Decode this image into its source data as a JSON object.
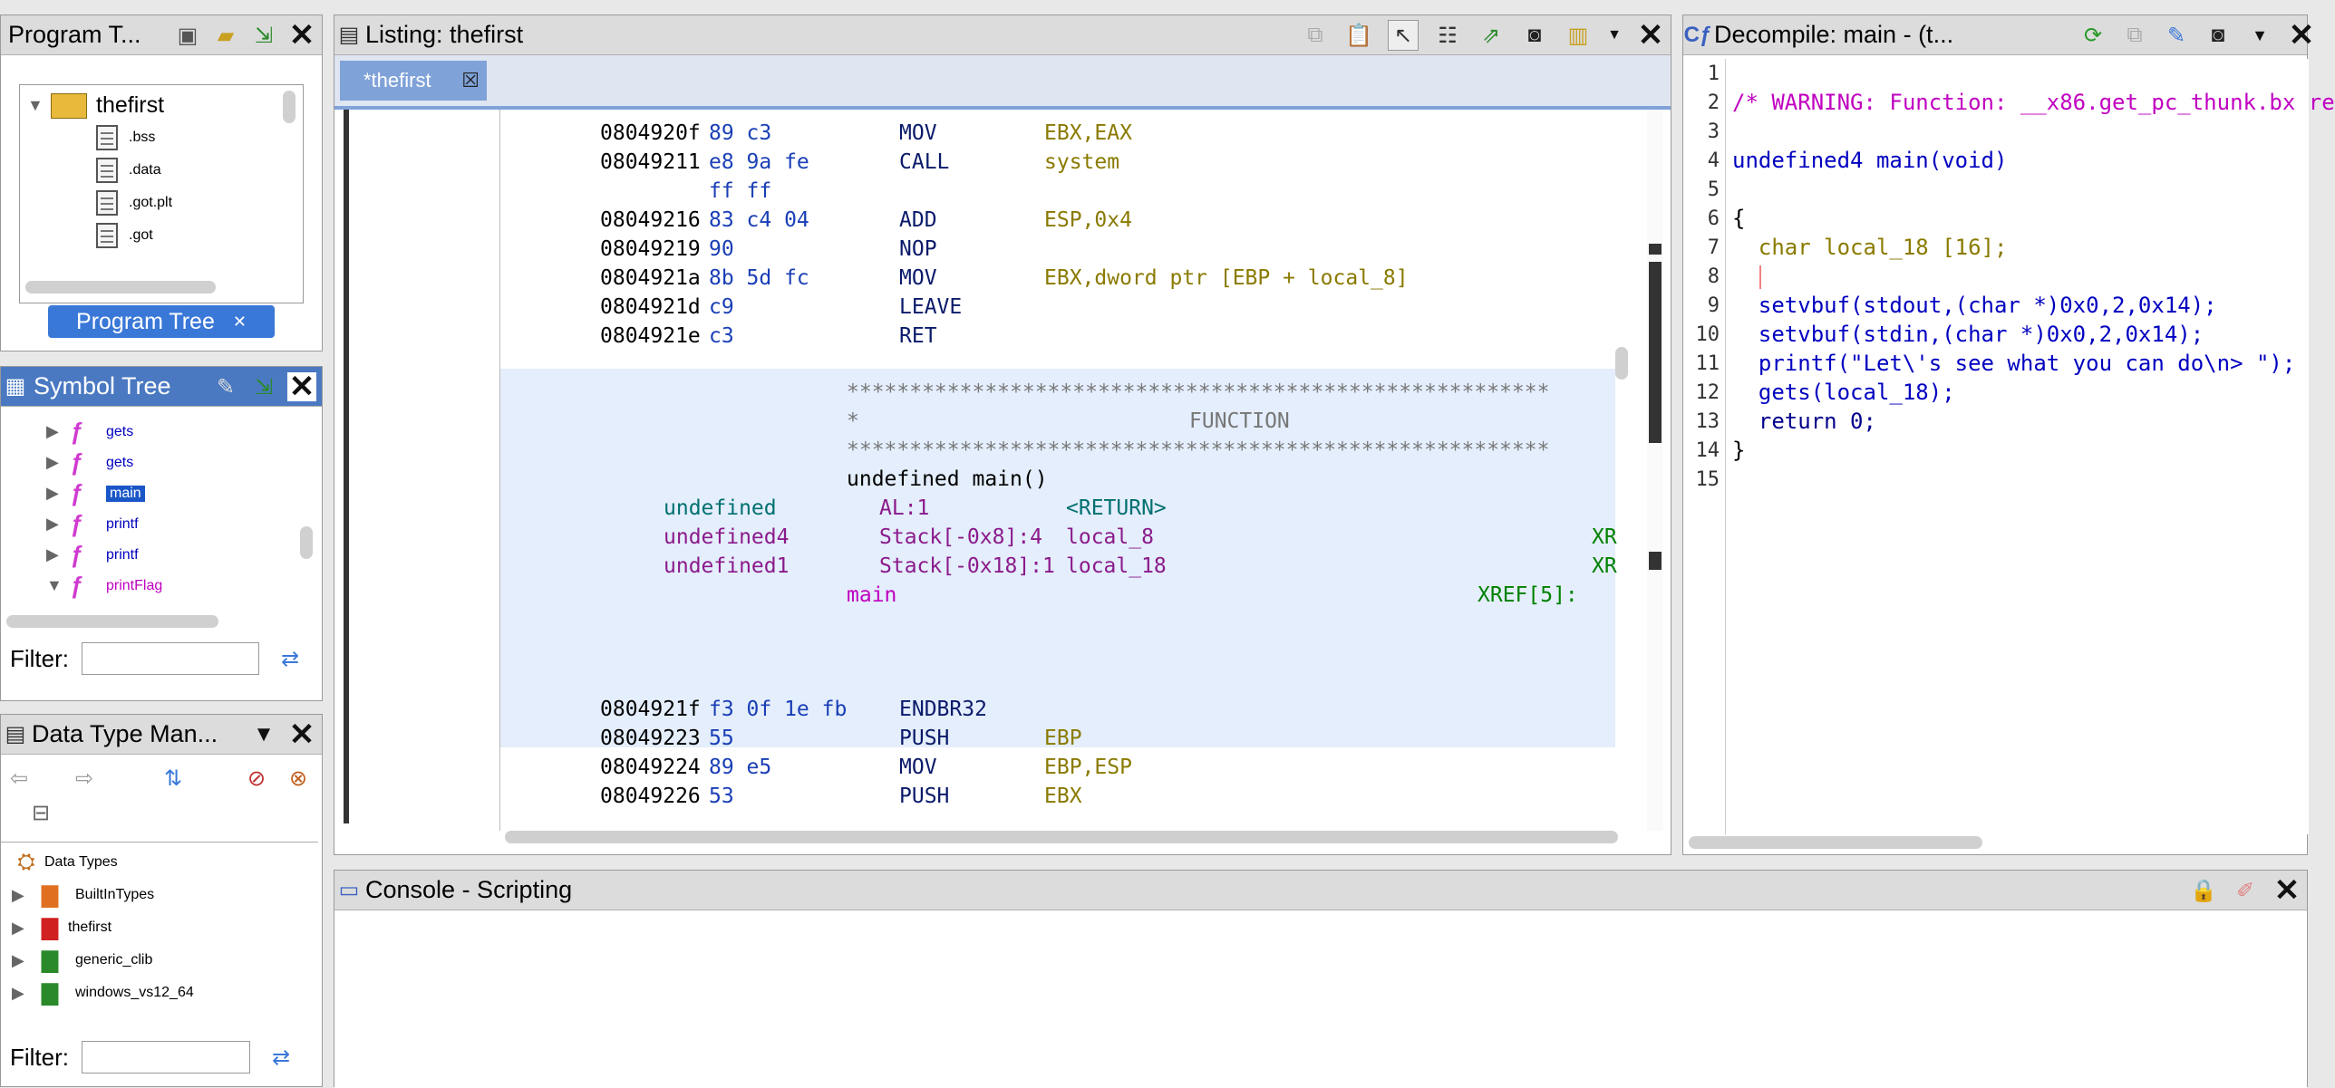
{
  "program_tree": {
    "title": "Program T...",
    "root": "thefirst",
    "items": [
      ".bss",
      ".data",
      ".got.plt",
      ".got"
    ],
    "tab_label": "Program Tree"
  },
  "symbol_tree": {
    "title": "Symbol Tree",
    "items": [
      "gets",
      "gets",
      "main",
      "printf",
      "printf",
      "printFlag"
    ],
    "filter_label": "Filter:"
  },
  "data_type_manager": {
    "title": "Data Type Man...",
    "root": "Data Types",
    "items": [
      "BuiltInTypes",
      "thefirst",
      "generic_clib",
      "windows_vs12_64"
    ],
    "filter_label": "Filter:"
  },
  "listing": {
    "title": "Listing:  thefirst",
    "tab": "*thefirst",
    "lines_before": [
      {
        "addr": "0804920f",
        "bytes": "89 c3",
        "mnem": "MOV",
        "ops": "EBX,EAX"
      },
      {
        "addr": "08049211",
        "bytes": "e8 9a fe",
        "mnem": "CALL",
        "ops": "system"
      },
      {
        "addr": "",
        "bytes": "ff ff",
        "mnem": "",
        "ops": ""
      },
      {
        "addr": "08049216",
        "bytes": "83 c4 04",
        "mnem": "ADD",
        "ops": "ESP,0x4"
      },
      {
        "addr": "08049219",
        "bytes": "90",
        "mnem": "NOP",
        "ops": ""
      },
      {
        "addr": "0804921a",
        "bytes": "8b 5d fc",
        "mnem": "MOV",
        "ops": "EBX,dword ptr [EBP + local_8]"
      },
      {
        "addr": "0804921d",
        "bytes": "c9",
        "mnem": "LEAVE",
        "ops": ""
      },
      {
        "addr": "0804921e",
        "bytes": "c3",
        "mnem": "RET",
        "ops": ""
      }
    ],
    "stars": "********************************************************",
    "function_word": "FUNCTION",
    "star_line_2": "*",
    "signature": "undefined main()",
    "params": [
      {
        "type": "undefined",
        "loc": "AL:1",
        "name": "<RETURN>",
        "xref": ""
      },
      {
        "type": "undefined4",
        "loc": "Stack[-0x8]:4",
        "name": "local_8",
        "xref": "XR"
      },
      {
        "type": "undefined1",
        "loc": "Stack[-0x18]:1",
        "name": "local_18",
        "xref": "XR"
      }
    ],
    "label": "main",
    "xref": "XREF[5]:",
    "lines_after": [
      {
        "addr": "0804921f",
        "bytes": "f3 0f 1e fb",
        "mnem": "ENDBR32",
        "ops": ""
      },
      {
        "addr": "08049223",
        "bytes": "55",
        "mnem": "PUSH",
        "ops": "EBP"
      },
      {
        "addr": "08049224",
        "bytes": "89 e5",
        "mnem": "MOV",
        "ops": "EBP,ESP"
      },
      {
        "addr": "08049226",
        "bytes": "53",
        "mnem": "PUSH",
        "ops": "EBX"
      }
    ]
  },
  "decompile": {
    "title": "Decompile: main -  (t...",
    "line_numbers": [
      "1",
      "2",
      "3",
      "4",
      "5",
      "6",
      "7",
      "8",
      "9",
      "10",
      "11",
      "12",
      "13",
      "14",
      "15"
    ],
    "warning": "/* WARNING: Function: __x86.get_pc_thunk.bx re",
    "sig": "undefined4 main(void)",
    "open": "{",
    "decl": "  char local_18 [16];",
    "c1": "  setvbuf(stdout,(char *)0x0,2,0x14);",
    "c2": "  setvbuf(stdin,(char *)0x0,2,0x14);",
    "c3": "  printf(\"Let\\'s see what you can do\\n> \");",
    "c4": "  gets(local_18);",
    "c5": "  return 0;",
    "close": "}"
  },
  "console": {
    "title": "Console - Scripting"
  }
}
